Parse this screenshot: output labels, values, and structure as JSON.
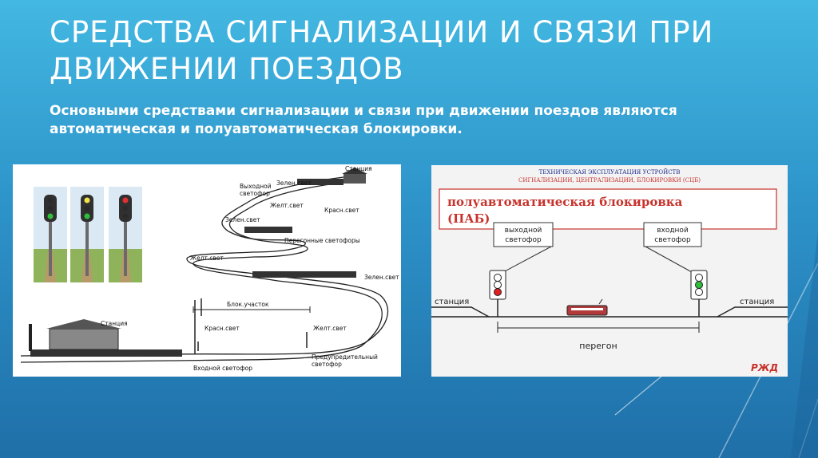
{
  "slide": {
    "title": "Средства сигнализации и связи при движении поездов",
    "body": "Основными средствами сигнализации и связи при движении поездов являются автоматическая и полуавтоматическая блокировки."
  },
  "left_figure": {
    "labels": {
      "station_top": "Станция",
      "green_top": "Зелен.свет",
      "exit_signal_l1": "Выходной",
      "exit_signal_l2": "светофор",
      "yellow_top": "Желт.свет",
      "red_top": "Красн.свет",
      "green_mid": "Зелен.свет",
      "pass_signals": "Перегонные светофоры",
      "yellow_left": "Желт.свет",
      "green_right": "Зелен.свет",
      "block_section": "Блок.участок",
      "station_bottom": "Станция",
      "red_bottom": "Красн.свет",
      "yellow_bottom": "Желт.свет",
      "entry_signal": "Входной светофор",
      "warning_signal_l1": "Предупредительный",
      "warning_signal_l2": "светофор"
    },
    "signal_lamps": [
      {
        "top": "#2b2b2b",
        "mid": "#2b2b2b",
        "bottom": "#2fbf3a"
      },
      {
        "top": "#f2e34a",
        "mid": "#2b2b2b",
        "bottom": "#2fbf3a"
      },
      {
        "top": "#e03030",
        "mid": "#2b2b2b",
        "bottom": "#2b2b2b"
      }
    ]
  },
  "right_figure": {
    "header_line1": "ТЕХНИЧЕСКАЯ ЭКСПЛУАТАЦИЯ УСТРОЙСТВ",
    "header_line2": "СИГНАЛИЗАЦИИ, ЦЕНТРАЛИЗАЦИИ, БЛОКИРОВКИ (СЦБ)",
    "title_line1": "полуавтоматическая блокировка",
    "title_line2": "(ПАБ)",
    "exit_signal_l1": "выходной",
    "exit_signal_l2": "светофор",
    "entry_signal_l1": "входной",
    "entry_signal_l2": "светофор",
    "station_left": "станция",
    "station_right": "станция",
    "haul": "перегон",
    "logo": "РЖД"
  },
  "colors": {
    "accent_red": "#c8322c",
    "header_blue": "#1a2a8a"
  }
}
